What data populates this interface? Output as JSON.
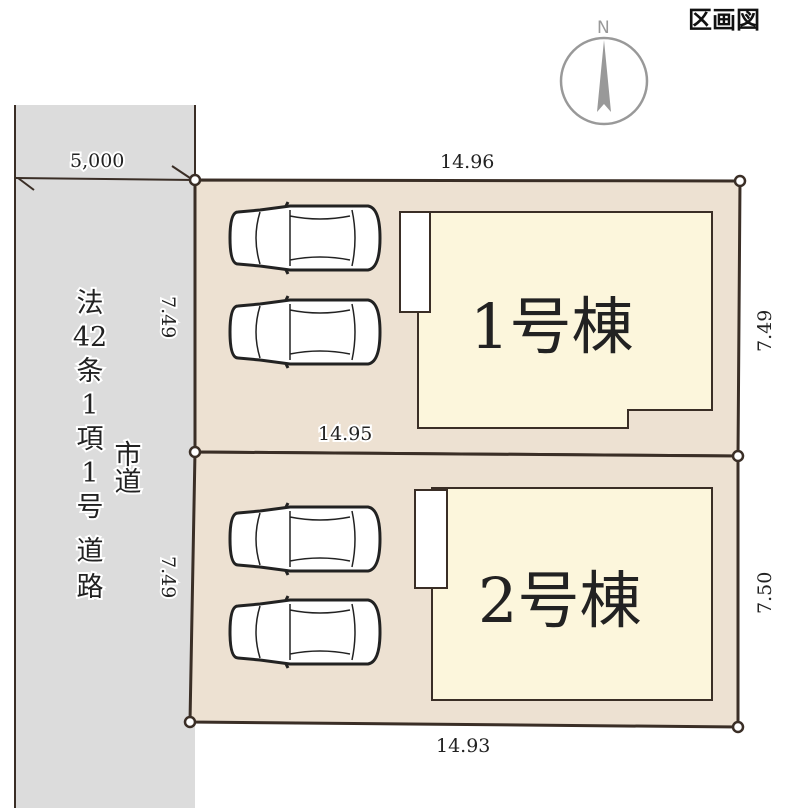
{
  "title": "区画図",
  "compass": {
    "label": "N"
  },
  "road": {
    "width_label": "5,000",
    "type_label": "市道",
    "law_label": [
      "法",
      "42",
      "条",
      "1",
      "項",
      "1",
      "号",
      "道",
      "路"
    ]
  },
  "lots": [
    {
      "name": "1号棟",
      "top": "14.96",
      "left": "7.49",
      "right": "7.49",
      "bottom": "14.95",
      "parking_spaces": 2
    },
    {
      "name": "2号棟",
      "right": "7.50",
      "left": "7.49",
      "bottom": "14.93",
      "parking_spaces": 2
    }
  ],
  "colors": {
    "road": "#dcdcdc",
    "lot": "#ede1d2",
    "building": "#fcf6dc",
    "line": "#3a2e26"
  }
}
